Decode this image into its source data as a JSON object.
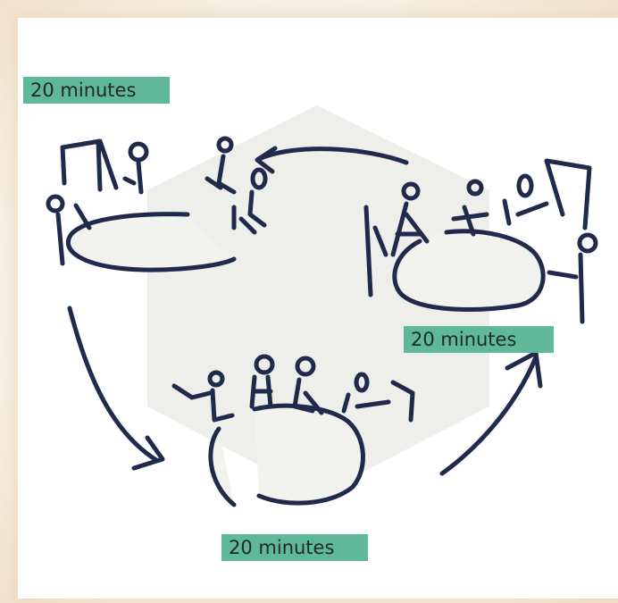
{
  "labels": {
    "group_1": "20 minutes",
    "group_2": "20 minutes",
    "group_3": "20 minutes"
  },
  "colors": {
    "ink": "#1f2a4d",
    "label_bg": "#5fb89a",
    "hexagon": "#eeeeea",
    "table_fill": "#eeeeea"
  }
}
